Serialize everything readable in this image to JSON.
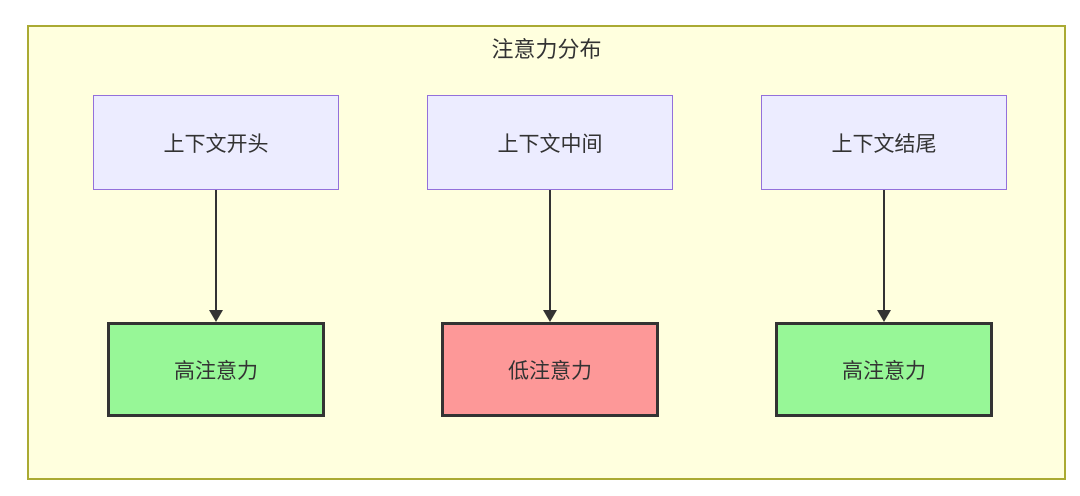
{
  "diagram": {
    "title": "注意力分布",
    "columns": [
      {
        "source": "上下文开头",
        "target": "高注意力",
        "attention_level": "high"
      },
      {
        "source": "上下文中间",
        "target": "低注意力",
        "attention_level": "low"
      },
      {
        "source": "上下文结尾",
        "target": "高注意力",
        "attention_level": "high"
      }
    ],
    "colors": {
      "container_fill": "#ffffde",
      "container_border": "#aaaa33",
      "node_fill": "#ececff",
      "node_border": "#9370db",
      "high_attention_fill": "#97f797",
      "low_attention_fill": "#fd9898",
      "result_border": "#333333",
      "arrow": "#333333",
      "text": "#333333"
    }
  }
}
